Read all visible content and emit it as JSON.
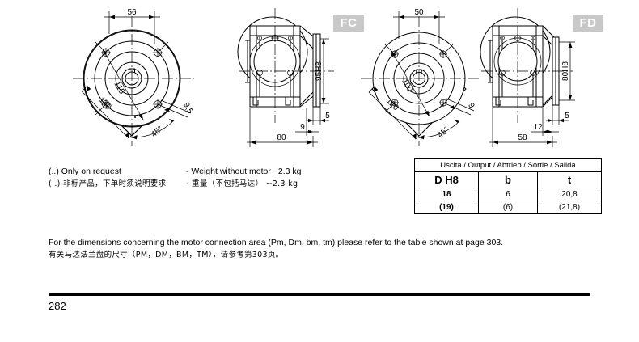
{
  "badges": {
    "fc": "FC",
    "fd": "FD",
    "badge_bg": "#c8c8c8",
    "badge_fg": "#ffffff"
  },
  "drawings": {
    "fc_flange": {
      "name": "FC flange face view",
      "dims": {
        "top_width": "56",
        "bolt_circle": "115",
        "flange_across": "140",
        "hole_dia": "9,5",
        "angle": "45°"
      }
    },
    "fc_section": {
      "name": "FC side section view",
      "dims": {
        "spigot": "95H8",
        "flange_thk": "5",
        "step": "9",
        "length": "80"
      }
    },
    "fd_flange": {
      "name": "FD flange face view",
      "dims": {
        "top_width": "50",
        "bolt_circle": "100",
        "flange_across": "120",
        "hole_dia": "9",
        "angle": "45°"
      }
    },
    "fd_section": {
      "name": "FD side section view",
      "dims": {
        "spigot": "80H8",
        "flange_thk": "5",
        "step": "12",
        "length": "58"
      }
    }
  },
  "notes": {
    "request_en": "(..) Only on request",
    "request_cn": "(..) 非标产品，下单时须说明要求",
    "weight_en": "- Weight without motor  ~2.3 kg",
    "weight_cn": "- 重量（不包括马达）   ~2.3 kg"
  },
  "table": {
    "header": "Uscita / Output / Abtrieb / Sortie / Salida",
    "columns": [
      "D H8",
      "b",
      "t"
    ],
    "rows": [
      [
        "18",
        "6",
        "20,8"
      ],
      [
        "(19)",
        "(6)",
        "(21,8)"
      ]
    ]
  },
  "paragraph": {
    "line_en": "For the dimensions concerning the motor connection area (Pm, Dm, bm, tm) please refer to the table shown at page 303.",
    "line_cn": "有关马达法兰盘的尺寸（PM，DM，BM，TM），请参考第303页。"
  },
  "footer": {
    "page_number": "282"
  }
}
